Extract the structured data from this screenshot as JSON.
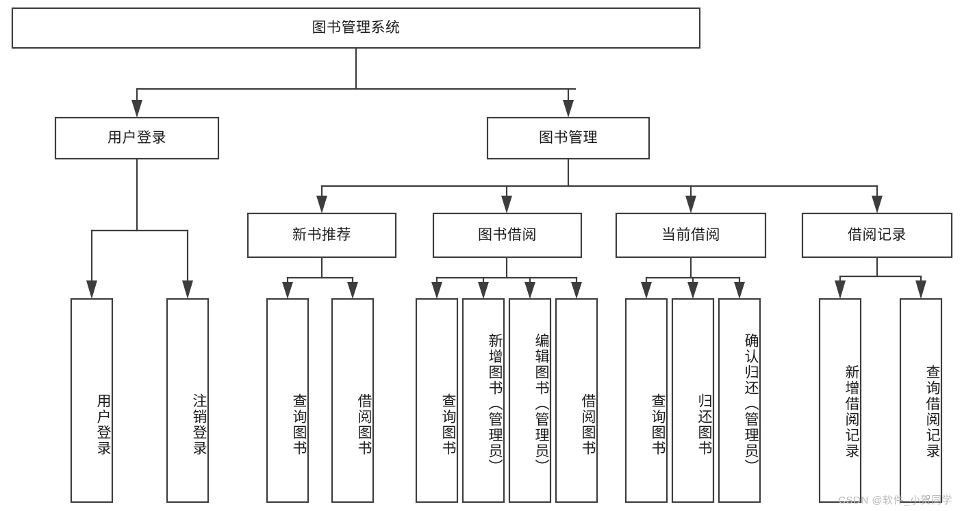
{
  "diagram": {
    "type": "tree-hierarchy-chart",
    "title": "图书管理系统",
    "background_color": "#ffffff",
    "line_color": "#3d3d3d",
    "box_fill": "#ffffff",
    "levels": {
      "level1": [
        "图书管理系统"
      ],
      "level2": [
        "用户登录",
        "图书管理"
      ],
      "level3": [
        "新书推荐",
        "图书借阅",
        "当前借阅",
        "借阅记录"
      ],
      "level4": [
        "用户登录",
        "注销登录",
        "查询图书",
        "借阅图书",
        "查询图书",
        "新增图书（管理员）",
        "编辑图书（管理员）",
        "借阅图书",
        "查询图书",
        "归还图书",
        "确认归还（管理员）",
        "新增借阅记录",
        "查询借阅记录"
      ]
    },
    "nodes": {
      "root": {
        "label": "图书管理系统"
      },
      "user_login": {
        "label": "用户登录"
      },
      "book_manage": {
        "label": "图书管理"
      },
      "new_book_rec": {
        "label": "新书推荐"
      },
      "book_borrow": {
        "label": "图书借阅"
      },
      "current_borrow": {
        "label": "当前借阅"
      },
      "borrow_record": {
        "label": "借阅记录"
      },
      "leaf_user_login": {
        "label": "用户登录"
      },
      "leaf_logout": {
        "label": "注销登录"
      },
      "leaf_query_book_a": {
        "label": "查询图书"
      },
      "leaf_borrow_book_a": {
        "label": "借阅图书"
      },
      "leaf_query_book_b": {
        "label": "查询图书"
      },
      "leaf_add_book": {
        "label": "新增图书（管理员）"
      },
      "leaf_edit_book": {
        "label": "编辑图书（管理员）"
      },
      "leaf_borrow_book_b": {
        "label": "借阅图书"
      },
      "leaf_query_book_c": {
        "label": "查询图书"
      },
      "leaf_return_book": {
        "label": "归还图书"
      },
      "leaf_confirm_return": {
        "label": "确认归还（管理员）"
      },
      "leaf_add_record": {
        "label": "新增借阅记录"
      },
      "leaf_query_record": {
        "label": "查询借阅记录"
      }
    },
    "edges": [
      {
        "from": "root",
        "to": "user_login"
      },
      {
        "from": "root",
        "to": "book_manage"
      },
      {
        "from": "user_login",
        "to": "leaf_user_login"
      },
      {
        "from": "user_login",
        "to": "leaf_logout"
      },
      {
        "from": "book_manage",
        "to": "new_book_rec"
      },
      {
        "from": "book_manage",
        "to": "book_borrow"
      },
      {
        "from": "book_manage",
        "to": "current_borrow"
      },
      {
        "from": "book_manage",
        "to": "borrow_record"
      },
      {
        "from": "new_book_rec",
        "to": "leaf_query_book_a"
      },
      {
        "from": "new_book_rec",
        "to": "leaf_borrow_book_a"
      },
      {
        "from": "book_borrow",
        "to": "leaf_query_book_b"
      },
      {
        "from": "book_borrow",
        "to": "leaf_add_book"
      },
      {
        "from": "book_borrow",
        "to": "leaf_edit_book"
      },
      {
        "from": "book_borrow",
        "to": "leaf_borrow_book_b"
      },
      {
        "from": "current_borrow",
        "to": "leaf_query_book_c"
      },
      {
        "from": "current_borrow",
        "to": "leaf_return_book"
      },
      {
        "from": "current_borrow",
        "to": "leaf_confirm_return"
      },
      {
        "from": "borrow_record",
        "to": "leaf_add_record"
      },
      {
        "from": "borrow_record",
        "to": "leaf_query_record"
      }
    ]
  },
  "watermark": {
    "text": "CSDN @软件_小贺同学"
  }
}
